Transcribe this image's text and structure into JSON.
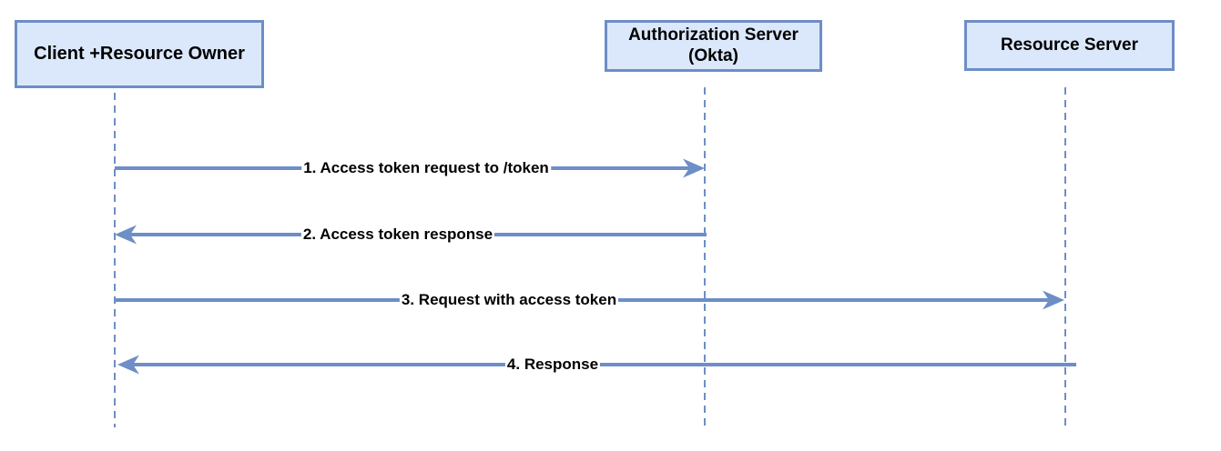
{
  "diagram": {
    "type": "sequence-diagram",
    "title_visible": false,
    "colors": {
      "background": "#ffffff",
      "actor_fill": "#dbe8fb",
      "stroke_accent": "#6d8ec6",
      "label_text": "#000000"
    },
    "actors": [
      {
        "id": "client",
        "label": "Client +Resource Owner"
      },
      {
        "id": "auth",
        "label": "Authorization Server (Okta)"
      },
      {
        "id": "resource",
        "label": "Resource Server"
      }
    ],
    "messages": [
      {
        "step": 1,
        "from": "client",
        "to": "auth",
        "direction": "right",
        "label": "1. Access token request to /token"
      },
      {
        "step": 2,
        "from": "auth",
        "to": "client",
        "direction": "left",
        "label": "2. Access token response"
      },
      {
        "step": 3,
        "from": "client",
        "to": "resource",
        "direction": "right",
        "label": "3. Request with access token"
      },
      {
        "step": 4,
        "from": "resource",
        "to": "client",
        "direction": "left",
        "label": "4. Response"
      }
    ]
  }
}
